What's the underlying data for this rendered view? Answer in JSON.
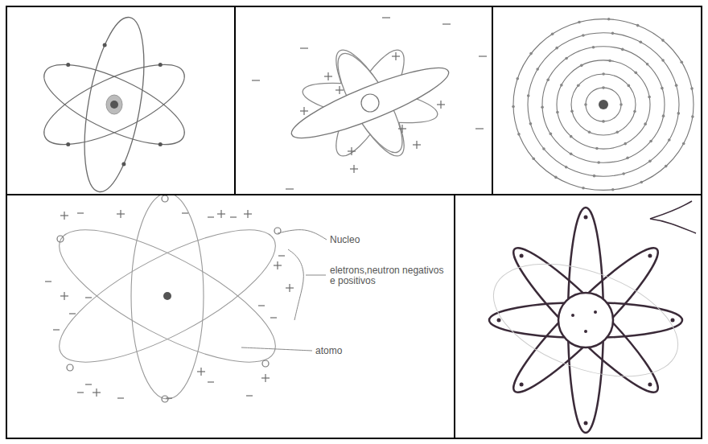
{
  "diagram": {
    "labels": [
      "Nucleo",
      "eletrons,neutron negativos e positivos",
      "atomo"
    ]
  }
}
